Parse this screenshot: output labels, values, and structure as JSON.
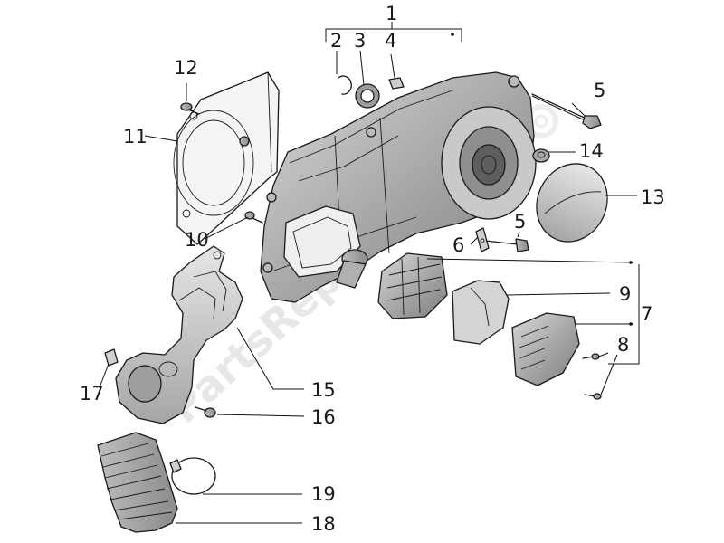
{
  "watermark": "PartsRepublik",
  "callouts": [
    "1",
    "2",
    "3",
    "4",
    "5",
    "5",
    "6",
    "7",
    "8",
    "9",
    "10",
    "11",
    "12",
    "13",
    "14",
    "15",
    "16",
    "17",
    "18",
    "19"
  ],
  "colors": {
    "line": "#1a1a1a",
    "shade": "#9a9a9a",
    "watermark": "#e7e7e7"
  }
}
